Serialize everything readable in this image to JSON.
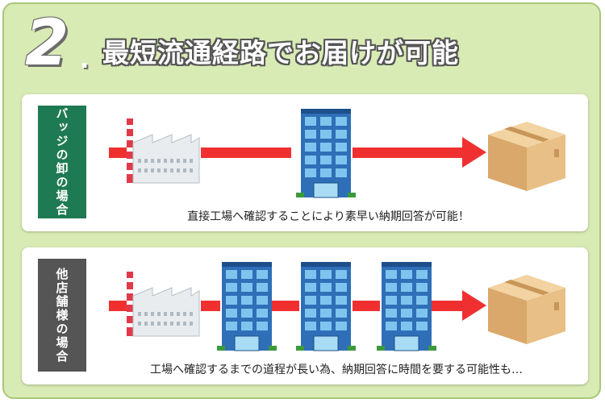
{
  "header": {
    "step": "2",
    "dot": ".",
    "title": "最短流通経路でお届けが可能"
  },
  "colors": {
    "background": "#d9ebb4",
    "label_green": "#1e7a52",
    "label_gray": "#555555",
    "arrow": "#f03030"
  },
  "panels": [
    {
      "label": "バッジの卸の場合",
      "caption": "直接工場へ確認することにより素早い納期回答が可能！",
      "icons": [
        "factory-icon",
        "building-icon",
        "box-icon"
      ]
    },
    {
      "label": "他店舗様の場合",
      "caption": "工場へ確認するまでの道程が長い為、納期回答に時間を要する可能性も…",
      "icons": [
        "factory-icon",
        "building-icon",
        "building-icon",
        "building-icon",
        "box-icon"
      ]
    }
  ]
}
